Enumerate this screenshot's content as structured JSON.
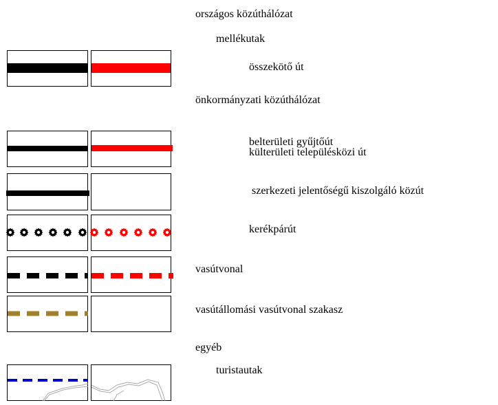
{
  "legend": {
    "national_network": "országos közúthálózat",
    "minor_roads": "mellékutak",
    "connecting_road": "összekötő út",
    "municipal_network": "önkormányzati közúthálózat",
    "inner_collector": "belterületi gyűjtőút",
    "outer_intersettlement": "külterületi településközi út",
    "structural_service": "szerkezeti jelentőségű kiszolgáló közút",
    "bicycle_path": "kerékpárút",
    "railway": "vasútvonal",
    "station_railway": "vasútállomási vasútvonal szakasz",
    "other": "egyéb",
    "tourist_paths": "turistautak"
  },
  "colors": {
    "black": "#000000",
    "red": "#ff0000",
    "olive": "#a08028",
    "blue": "#0000cc",
    "map_outline": "#999999"
  }
}
